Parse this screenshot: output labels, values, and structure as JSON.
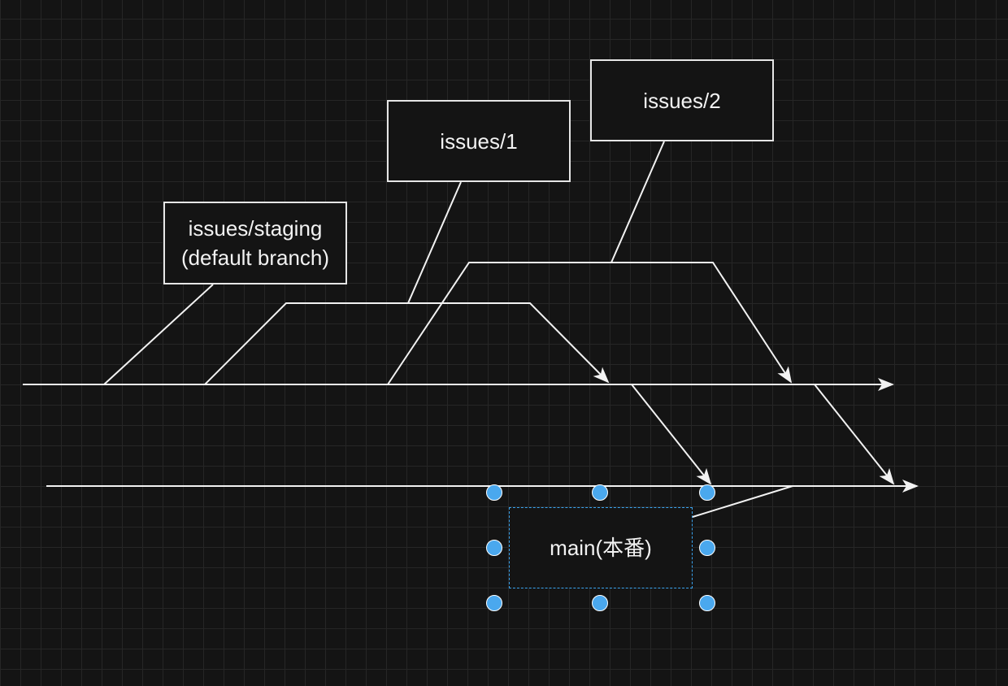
{
  "nodes": {
    "staging": {
      "label": "issues/staging\n(default branch)"
    },
    "issue1": {
      "label": "issues/1"
    },
    "issue2": {
      "label": "issues/2"
    },
    "main": {
      "label": "main(本番)"
    }
  },
  "colors": {
    "background": "#141414",
    "grid": "#262626",
    "line": "#f2f2f2",
    "selection": "#4aa8ee"
  },
  "selected_node": "main"
}
